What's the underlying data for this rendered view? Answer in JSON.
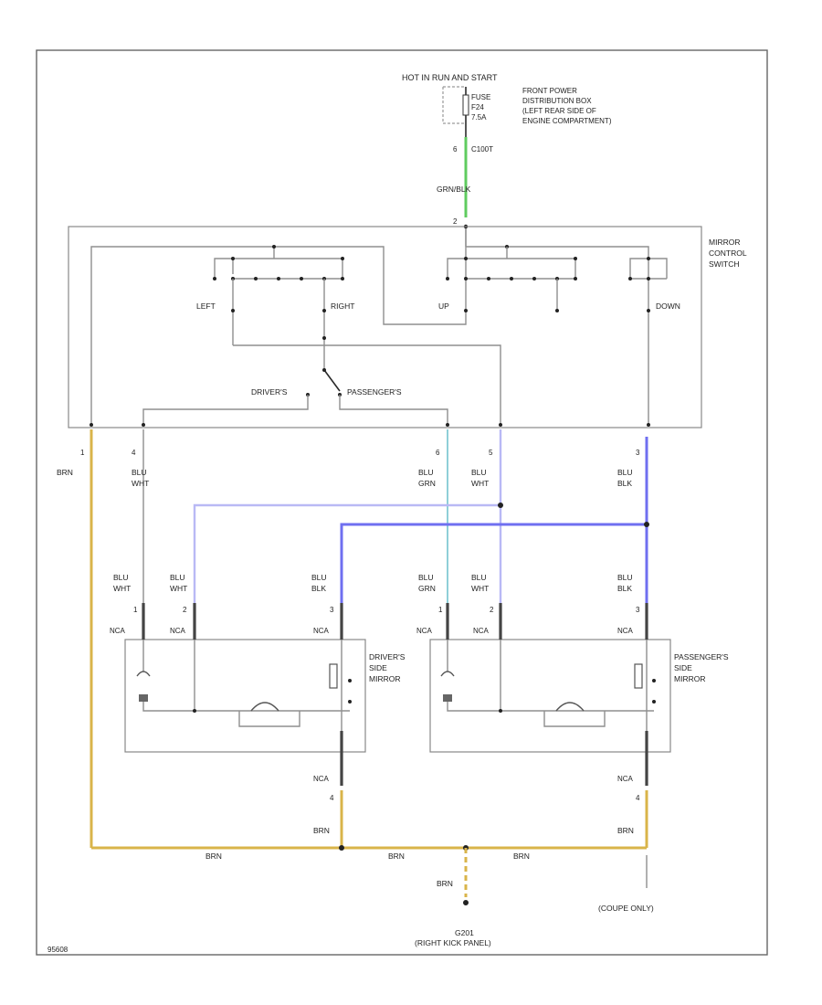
{
  "power": {
    "hot_label": "HOT IN RUN AND START",
    "fuse_label": "FUSE",
    "fuse_id": "F24",
    "amps": "7.5A",
    "pdb_line1": "FRONT POWER",
    "pdb_line2": "DISTRIBUTION BOX",
    "pdb_line3": "(LEFT REAR SIDE OF",
    "pdb_line4": "ENGINE COMPARTMENT)",
    "pin": "6",
    "connector": "C100T",
    "wire": "GRN/BLK",
    "switch_pin": "2"
  },
  "switch": {
    "title_line1": "MIRROR",
    "title_line2": "CONTROL",
    "title_line3": "SWITCH",
    "left": "LEFT",
    "right": "RIGHT",
    "up": "UP",
    "down": "DOWN",
    "drivers": "DRIVER'S",
    "passengers": "PASSENGER'S"
  },
  "switch_pins": {
    "p1": "1",
    "p4": "4",
    "p5": "5",
    "p3": "3",
    "p6": "6"
  },
  "wires": {
    "brn": "BRN",
    "blu": "BLU",
    "wht": "WHT",
    "grn": "GRN",
    "blk": "BLK"
  },
  "mirror_driver": {
    "title_line1": "DRIVER'S",
    "title_line2": "SIDE",
    "title_line3": "MIRROR",
    "conn": "NCA",
    "pin1": "1",
    "pin2": "2",
    "pin3": "3",
    "pin4": "4"
  },
  "mirror_pass": {
    "title_line1": "PASSENGER'S",
    "title_line2": "SIDE",
    "title_line3": "MIRROR",
    "conn": "NCA",
    "pin1": "1",
    "pin2": "2",
    "pin3": "3",
    "pin4": "4"
  },
  "ground": {
    "id": "G201",
    "location": "(RIGHT KICK PANEL)",
    "coupe_only": "(COUPE ONLY)"
  },
  "footer_code": "95608"
}
